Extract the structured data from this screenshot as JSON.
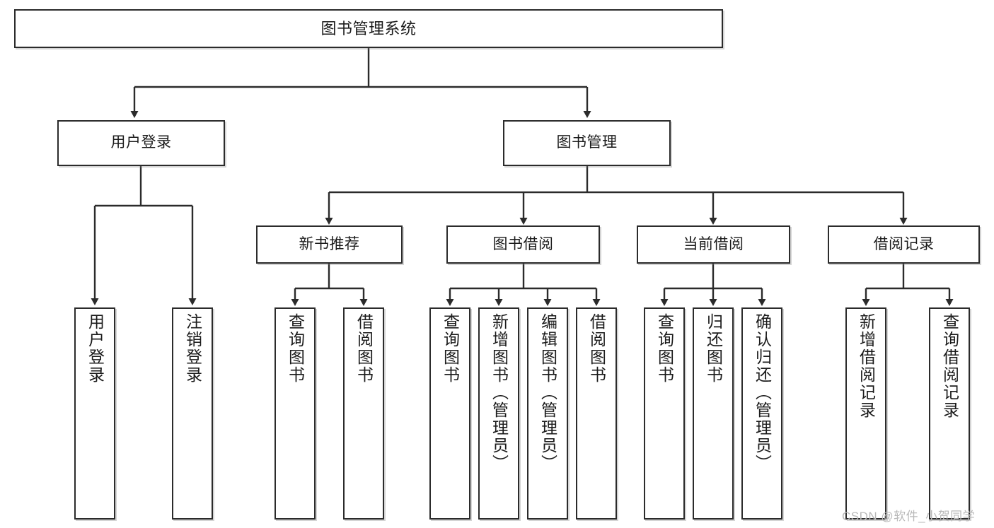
{
  "diagram": {
    "type": "tree",
    "title": "图书管理系统",
    "root": {
      "label": "图书管理系统"
    },
    "level1": [
      {
        "label": "用户登录"
      },
      {
        "label": "图书管理"
      }
    ],
    "level2": [
      {
        "label": "新书推荐"
      },
      {
        "label": "图书借阅"
      },
      {
        "label": "当前借阅"
      },
      {
        "label": "借阅记录"
      }
    ],
    "leaves": {
      "user_login": [
        {
          "label": "用户登录"
        },
        {
          "label": "注销登录"
        }
      ],
      "new_book_recommend": [
        {
          "label": "查询图书"
        },
        {
          "label": "借阅图书"
        }
      ],
      "book_borrow": [
        {
          "label": "查询图书"
        },
        {
          "label": "新增图书（管理员）"
        },
        {
          "label": "编辑图书（管理员）"
        },
        {
          "label": "借阅图书"
        }
      ],
      "current_borrow": [
        {
          "label": "查询图书"
        },
        {
          "label": "归还图书"
        },
        {
          "label": "确认归还（管理员）"
        }
      ],
      "borrow_record": [
        {
          "label": "新增借阅记录"
        },
        {
          "label": "查询借阅记录"
        }
      ]
    }
  },
  "watermark": {
    "text": "CSDN @软件_小贺同学"
  },
  "colors": {
    "stroke": "#2b2b2b",
    "box_fill": "#ffffff",
    "text": "#1b1b1b",
    "watermark": "#b9b9b9",
    "background": "#ffffff"
  }
}
